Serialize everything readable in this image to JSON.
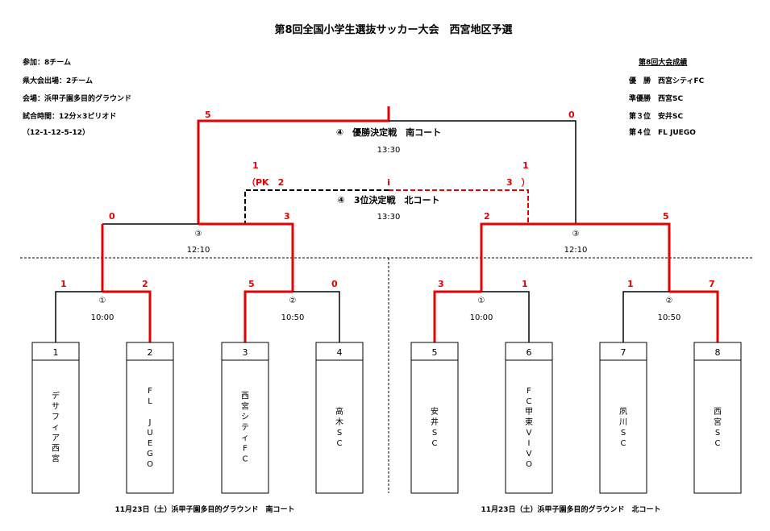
{
  "title": "第8回全国小学生選抜サッカー大会　西宮地区予選",
  "info": {
    "participants": "参加：8チーム",
    "qualifiers": "県大会出場：2チーム",
    "venue": "会場：浜甲子園多目的グラウンド",
    "match_time": "試合時間：12分×3ピリオド",
    "periods": "（12-1-12-5-12）"
  },
  "results": {
    "heading": "第8回大会成績",
    "first": "優　勝　西宮シティFC",
    "second": "準優勝　西宮SC",
    "third": "第３位　安井SC",
    "fourth": "第４位　FL JUEGO"
  },
  "final": {
    "label": "④　優勝決定戦　南コート",
    "time": "13:30",
    "left_score": "5",
    "right_score": "0"
  },
  "third_place": {
    "label": "④　3位決定戦　北コート",
    "time": "13:30",
    "left_score": "1",
    "right_score": "1",
    "left_pk": "（PK　2",
    "right_pk": "3　）",
    "center_mark": "i"
  },
  "semis": {
    "left": {
      "mark": "③",
      "time": "12:10",
      "left_score": "0",
      "right_score": "3"
    },
    "right": {
      "mark": "③",
      "time": "12:10",
      "left_score": "2",
      "right_score": "5"
    }
  },
  "round1": [
    {
      "mark": "①",
      "time": "10:00",
      "left_score": "1",
      "right_score": "2"
    },
    {
      "mark": "②",
      "time": "10:50",
      "left_score": "5",
      "right_score": "0"
    },
    {
      "mark": "①",
      "time": "10:00",
      "left_score": "3",
      "right_score": "1"
    },
    {
      "mark": "②",
      "time": "10:50",
      "left_score": "1",
      "right_score": "7"
    }
  ],
  "teams": [
    {
      "num": "1",
      "name": "デサフィア西宮"
    },
    {
      "num": "2",
      "name": "FL　JUEGO"
    },
    {
      "num": "3",
      "name": "西宮シティFC"
    },
    {
      "num": "4",
      "name": "高木SC"
    },
    {
      "num": "5",
      "name": "安井SC"
    },
    {
      "num": "6",
      "name": "FC甲東VIVO"
    },
    {
      "num": "7",
      "name": "夙川SC"
    },
    {
      "num": "8",
      "name": "西宮SC"
    }
  ],
  "venues": {
    "south": "11月23日（土）浜甲子園多目的グラウンド　南コート",
    "north": "11月23日（土）浜甲子園多目的グラウンド　北コート"
  },
  "colors": {
    "winner_line": "#e60000",
    "line": "#000000"
  }
}
